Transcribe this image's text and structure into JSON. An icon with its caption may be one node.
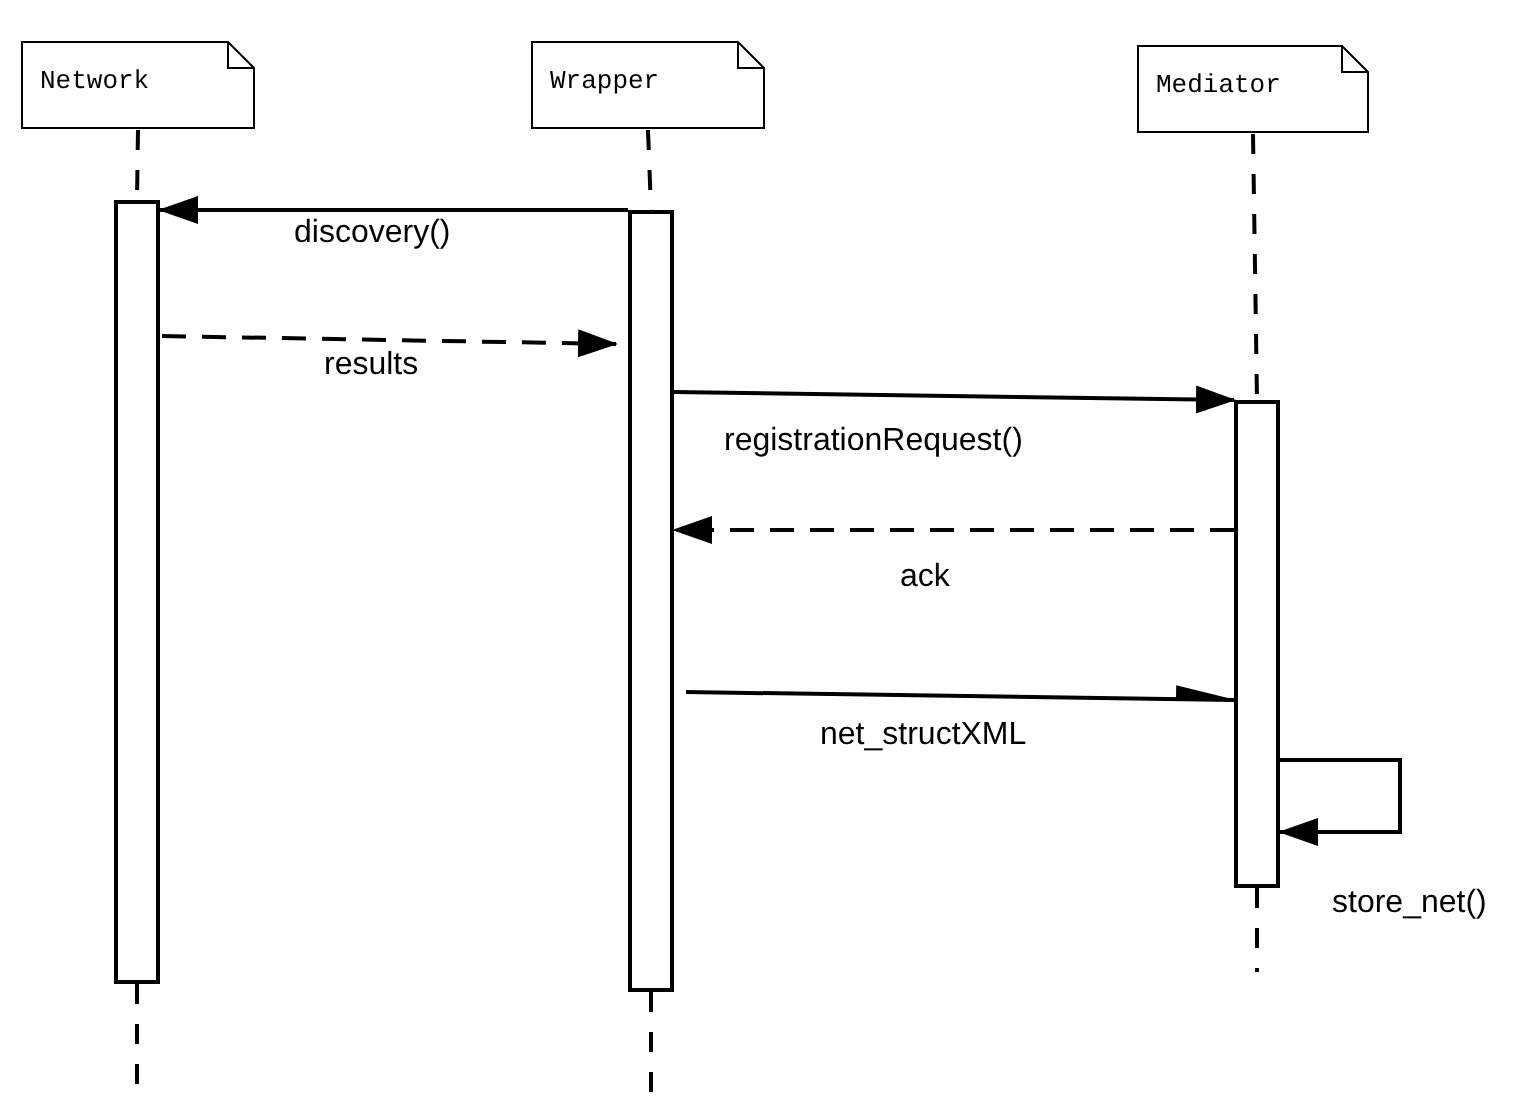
{
  "diagram": {
    "nodes": [
      {
        "text": [
          "Network"
        ]
      },
      {
        "text": [
          "Wrapper"
        ]
      },
      {
        "text": [
          "Mediator"
        ]
      },
      {
        "text": [],
        "shape": "bar"
      },
      {
        "text": [],
        "shape": "bar"
      },
      {
        "text": [],
        "shape": "bar"
      }
    ],
    "edges": [
      {
        "from": 0,
        "to": 3,
        "arrow": "none",
        "style": "dashed"
      },
      {
        "from": 1,
        "to": 4,
        "arrow": "none",
        "style": "dashed"
      },
      {
        "from": 2,
        "to": 5,
        "arrow": "none",
        "style": "dashed"
      },
      {
        "from": 4,
        "to": 3,
        "arrow": "to",
        "label": "discovery()"
      },
      {
        "from": 3,
        "to": 4,
        "arrow": "to",
        "label": "results",
        "style": "dashed"
      },
      {
        "from": 4,
        "to": 5,
        "arrow": "to",
        "label": "registrationRequest()"
      },
      {
        "from": 5,
        "to": 4,
        "arrow": "to",
        "label": "ack",
        "style": "dashed"
      },
      {
        "from": 4,
        "to": 5,
        "arrow": "to",
        "label": "net_structXML"
      },
      {
        "from": 5,
        "to": 5,
        "arrow": "to",
        "label": "store_net()"
      },
      {
        "from": 3,
        "to": null,
        "arrow": "none",
        "style": "dashed"
      },
      {
        "from": 4,
        "to": null,
        "arrow": "none",
        "style": "dashed"
      },
      {
        "from": 5,
        "to": null,
        "arrow": "none",
        "style": "dashed"
      }
    ]
  }
}
